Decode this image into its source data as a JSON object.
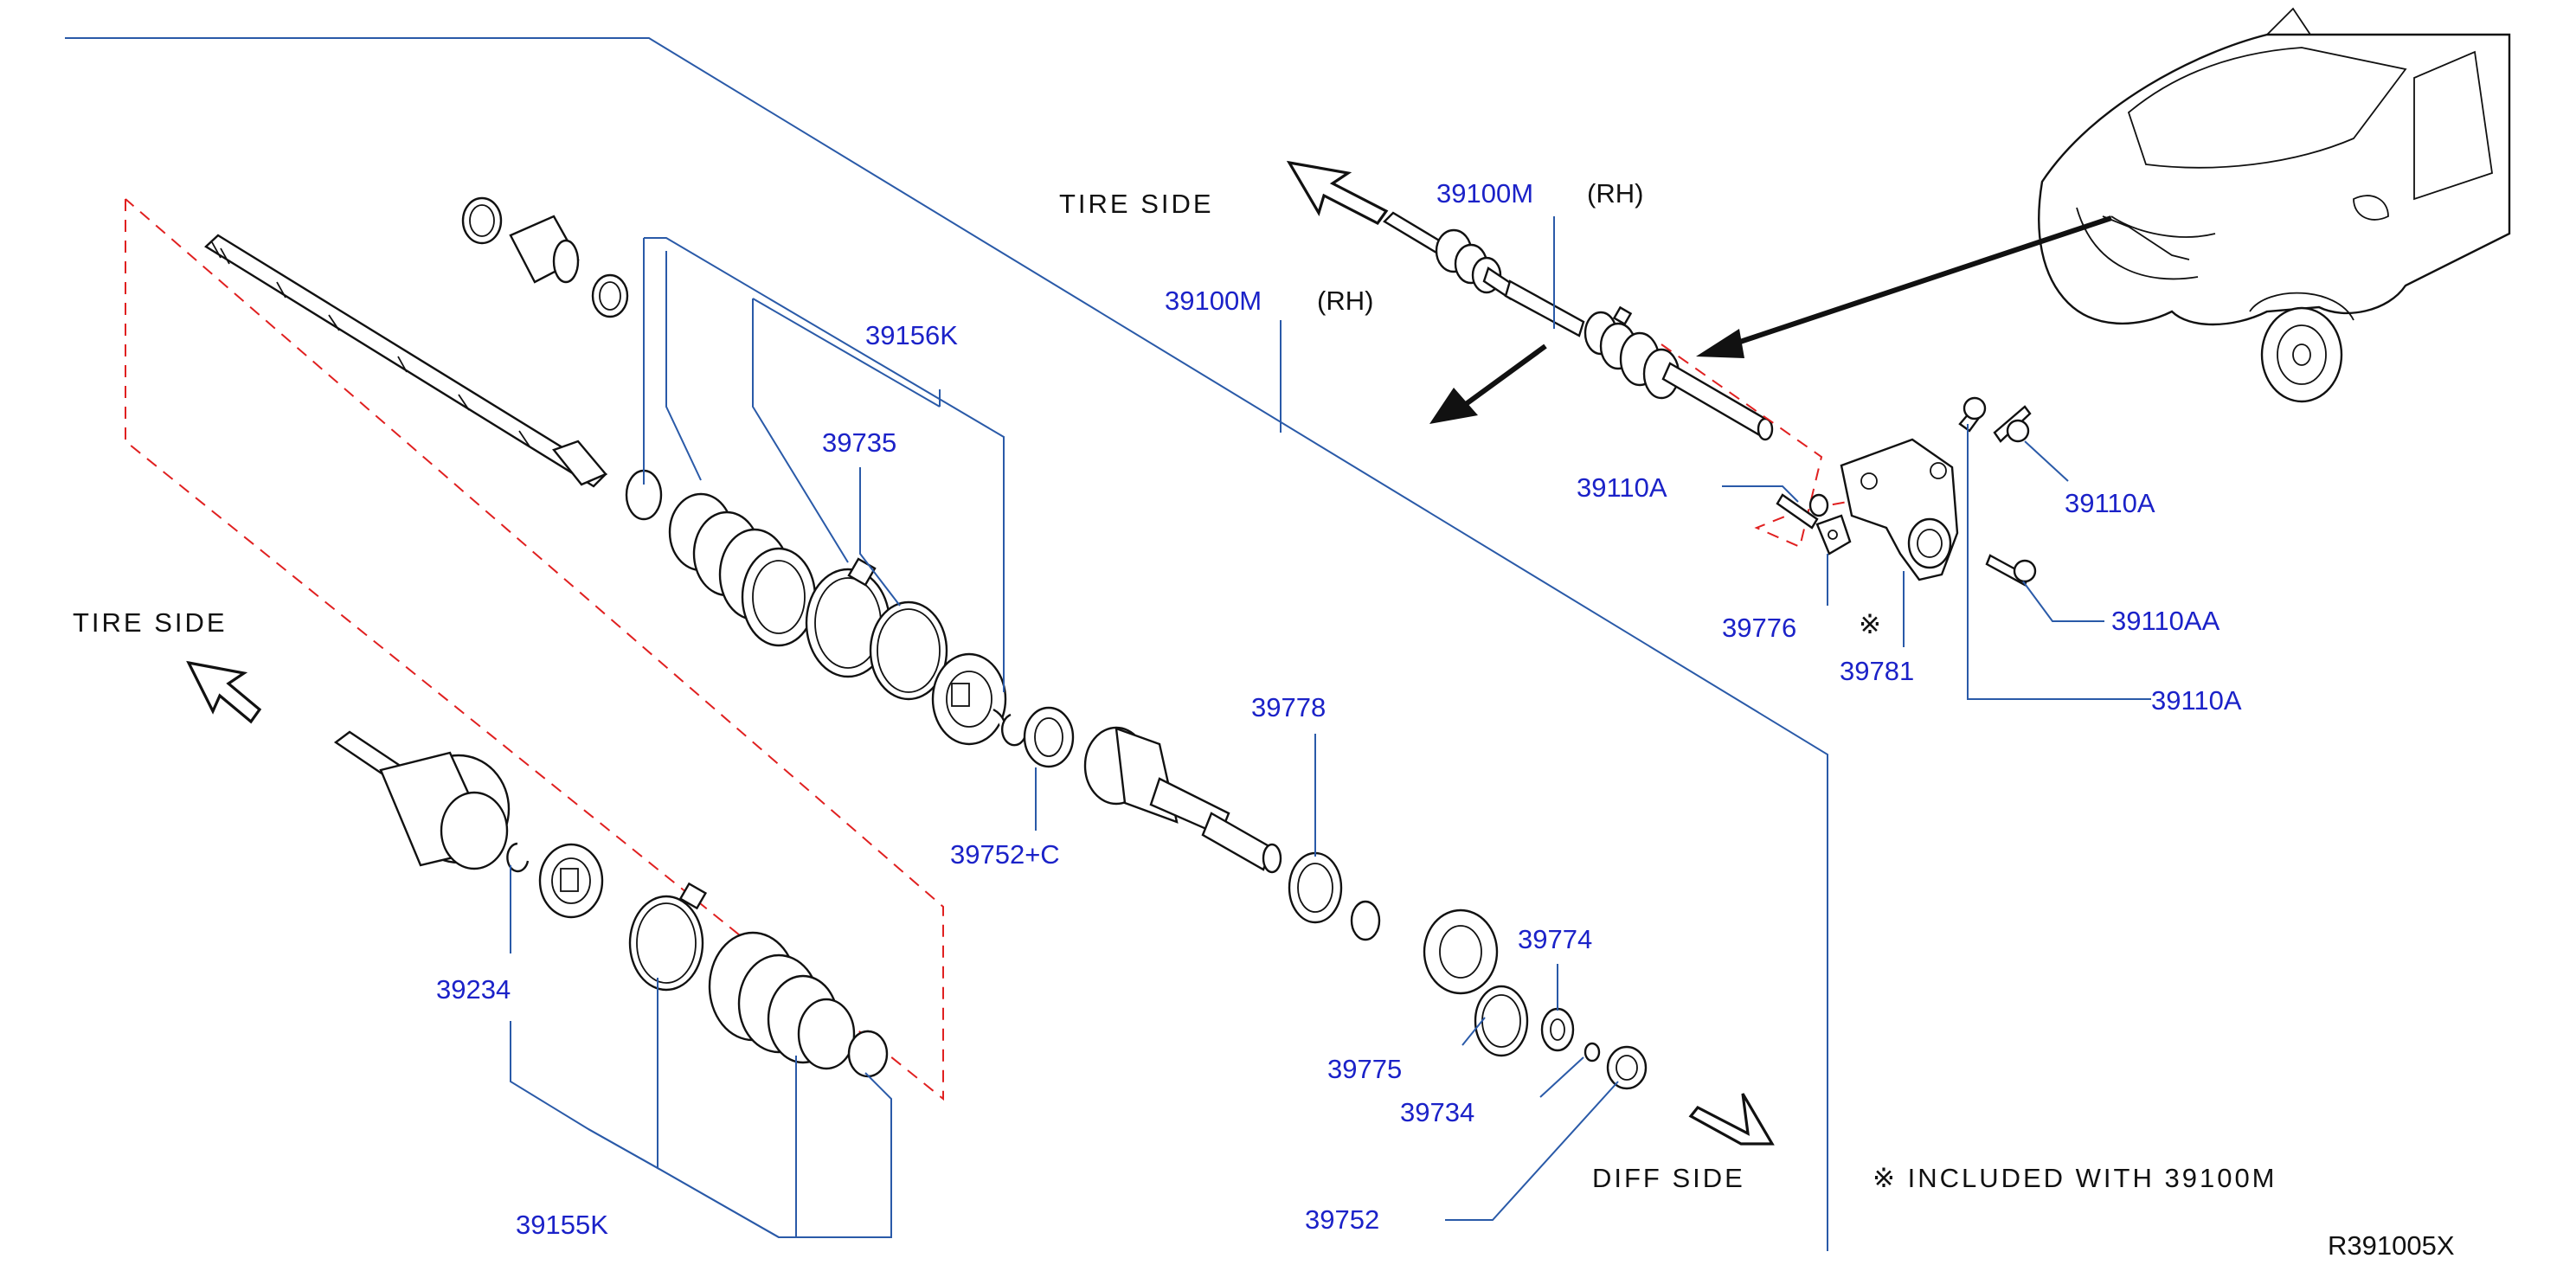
{
  "diagram": {
    "reference_code": "R391005X",
    "side_labels": {
      "tire_side_top": "TIRE  SIDE",
      "tire_side_left": "TIRE  SIDE",
      "diff_side": "DIFF  SIDE"
    },
    "note": "※  INCLUDED  WITH  39100M",
    "note_marker": "※",
    "parts": {
      "p39100M_top": "39100M",
      "p39100M_top_side": "(RH)",
      "p39100M_mid": "39100M",
      "p39100M_mid_side": "(RH)",
      "p39156K": "39156K",
      "p39735": "39735",
      "p39752C": "39752+C",
      "p39778": "39778",
      "p39774": "39774",
      "p39775": "39775",
      "p39734": "39734",
      "p39752": "39752",
      "p39234": "39234",
      "p39155K": "39155K",
      "p39110A_left": "39110A",
      "p39110A_right": "39110A",
      "p39110AA": "39110AA",
      "p39110A_bottom": "39110A",
      "p39776": "39776",
      "p39781": "39781"
    }
  }
}
